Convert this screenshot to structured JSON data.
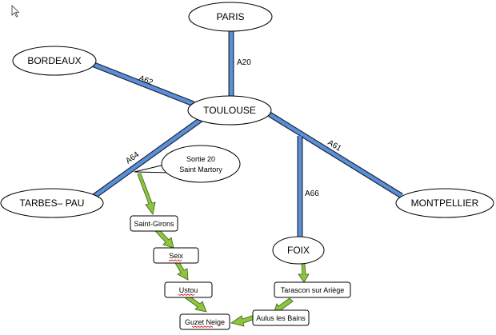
{
  "cities": {
    "paris": "PARIS",
    "bordeaux": "BORDEAUX",
    "toulouse": "TOULOUSE",
    "tarbes_pau": "TARBES– PAU",
    "montpellier": "MONTPELLIER",
    "foix": "FOIX"
  },
  "roads": {
    "a20": "A20",
    "a62": "A62",
    "a64": "A64",
    "a61": "A61",
    "a66": "A66"
  },
  "callout": {
    "line1": "Sortie 20",
    "line2": "Saint Martory"
  },
  "route_boxes": {
    "saint_girons": "Saint-Girons",
    "seix": "Seix",
    "ustou": "Ustou",
    "guzet_neige": "Guzet Neige",
    "tarascon": "Tarascon sur Ariège",
    "aulus": "Aulus les Bains"
  },
  "colors": {
    "road_fill": "#5b8fd6",
    "road_outline": "#1f2c44",
    "arrow_fill": "#8cc63f",
    "arrow_outline": "#3c5a14"
  }
}
